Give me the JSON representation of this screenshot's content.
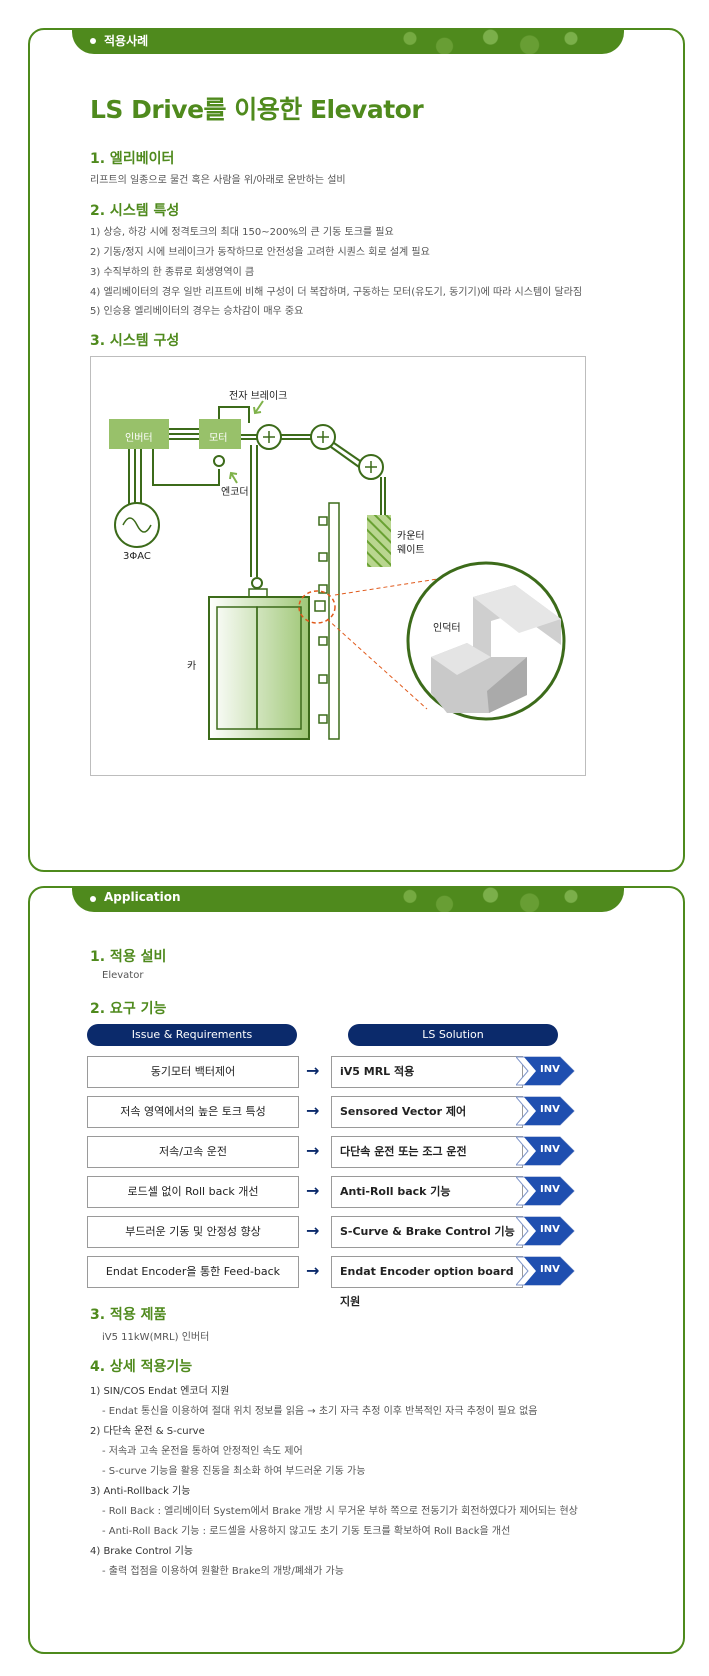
{
  "panel1": {
    "tab_label": "적용사례",
    "title": "LS Drive를 이용한 Elevator",
    "sections": {
      "s1": {
        "heading": "1. 엘리베이터",
        "body": "리프트의 일종으로 물건 혹은 사람을 위/아래로 운반하는 설비"
      },
      "s2": {
        "heading": "2. 시스템 특성",
        "items": [
          "1) 상승, 하강 시에 정격토크의 최대 150~200%의 큰 기동 토크를 필요",
          "2) 기동/정지 시에 브레이크가 동작하므로 안전성을 고려한 시퀀스 회로 설계 필요",
          "3) 수직부하의 한 종류로 회생영역이 큼",
          "4) 엘리베이터의 경우 일반 리프트에 비해 구성이 더 복잡하며, 구동하는 모터(유도기, 동기기)에 따라 시스템이 달라짐",
          "5) 인승용 엘리베이터의 경우는 승차감이 매우 중요"
        ]
      },
      "s3": {
        "heading": "3. 시스템 구성"
      }
    },
    "diagram": {
      "inverter": "인버터",
      "motor": "모터",
      "brake": "전자 브레이크",
      "encoder": "엔코더",
      "ac": "3ΦAC",
      "counterweight_1": "카운터",
      "counterweight_2": "웨이트",
      "car": "카",
      "inductor": "인덕터"
    }
  },
  "panel2": {
    "tab_label": "Application",
    "s1": {
      "heading": "1. 적용 설비",
      "body": "Elevator"
    },
    "s2": {
      "heading": "2. 요구 기능",
      "issue_header": "Issue & Requirements",
      "solution_header": "LS Solution",
      "rows": [
        {
          "issue": "동기모터 백터제어",
          "solution": "iV5 MRL 적용",
          "tag": "INV"
        },
        {
          "issue": "저속 영역에서의 높은 토크 특성",
          "solution": "Sensored Vector 제어",
          "tag": "INV"
        },
        {
          "issue": "저속/고속 운전",
          "solution": "다단속 운전 또는 조그 운전",
          "tag": "INV"
        },
        {
          "issue": "로드셀 없이 Roll back 개선",
          "solution": "Anti-Roll back 기능",
          "tag": "INV"
        },
        {
          "issue": "부드러운 기동 및 안정성 향상",
          "solution": "S-Curve & Brake Control 기능",
          "tag": "INV"
        },
        {
          "issue": "Endat Encoder을 통한 Feed-back",
          "solution": "Endat Encoder option board 지원",
          "tag": "INV"
        }
      ]
    },
    "s3": {
      "heading": "3. 적용 제품",
      "body": "iV5 11kW(MRL) 인버터"
    },
    "s4": {
      "heading": "4. 상세 적용기능",
      "lines": [
        "1) SIN/COS Endat 엔코더 지원",
        "- Endat 통신을 이용하여 절대 위치 정보를 읽음 → 초기 자극 추정 이후 반복적인 자극 추정이 필요 없음",
        "2) 다단속 운전 & S-curve",
        "- 저속과 고속 운전을 통하여 안정적인 속도 제어",
        "- S-curve 기능을 활용 진동을 최소화 하여 부드러운 기동 가능",
        "3) Anti-Rollback 기능",
        "- Roll Back : 엘리베이터 System에서 Brake 개방 시 무거운 부하 쪽으로 전동기가 회전하였다가 제어되는 현상",
        "- Anti-Roll Back 기능 : 로드셀을 사용하지 않고도 초기 기동 토크를 확보하여 Roll Back을 개선",
        "4) Brake Control 기능",
        "- 출력 접점을 이용하여 원활한 Brake의 개방/폐쇄가 가능"
      ]
    }
  },
  "colors": {
    "accent": "#4f8a1d",
    "navy": "#0b2a6b",
    "inv_blue": "#1f4fb0",
    "counter_green": "#6aa133"
  }
}
